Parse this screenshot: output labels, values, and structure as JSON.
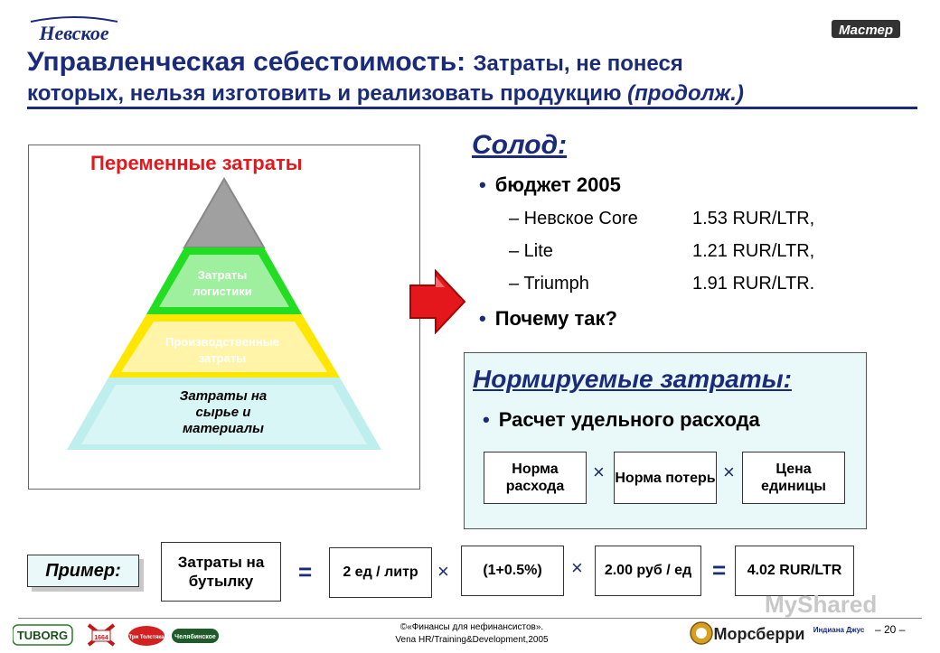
{
  "brand": {
    "logo_left": "Невское",
    "logo_right": "Мастер"
  },
  "title": {
    "main": "Управленческая себестоимость:",
    "sub": "Затраты, не понеся",
    "line2": "которых, нельзя изготовить и реализовать продукцию",
    "cont": "(продолж.)"
  },
  "pyramid": {
    "title": "Переменные затраты",
    "layers": [
      {
        "label": "Затраты логистики"
      },
      {
        "label": "Производственные затраты"
      },
      {
        "label": "Затраты на сырье и материалы"
      }
    ]
  },
  "solod": {
    "heading": "Солод:",
    "bullet1": "бюджет 2005",
    "rows": [
      {
        "name": "– Невское Core",
        "value": "1.53 RUR/LTR,"
      },
      {
        "name": "– Lite",
        "value": "1.21 RUR/LTR,"
      },
      {
        "name": "– Triumph",
        "value": "1.91 RUR/LTR."
      }
    ],
    "bullet2": "Почему так?"
  },
  "norm": {
    "heading": "Нормируемые затраты:",
    "bullet": "Расчет удельного расхода",
    "box1": "Норма расхода",
    "box2": "Норма потерь",
    "box3": "Цена единицы",
    "op": "×"
  },
  "example": {
    "label": "Пример:",
    "cost": "Затраты на бутылку",
    "eq": "=",
    "v1": "2 ед / литр",
    "v2": "(1+0.5%)",
    "v3": "2.00 руб / ед",
    "result": "4.02 RUR/LTR",
    "op": "×"
  },
  "footer": {
    "line1": "©«Финансы для нефинансистов».",
    "line2": "Vena HR/Training&Development,2005",
    "page": "– 20 –",
    "brands": [
      "TUBORG",
      "1664",
      "Три Толстяка",
      "Челябинское",
      "Морсберри",
      "Индиана Джус"
    ],
    "watermark": "MyShared"
  },
  "colors": {
    "navy": "#1a2b7a",
    "red": "#e4181c",
    "green": "#22dd22",
    "yellow": "#ffe600",
    "cyan": "#bfeeee"
  }
}
